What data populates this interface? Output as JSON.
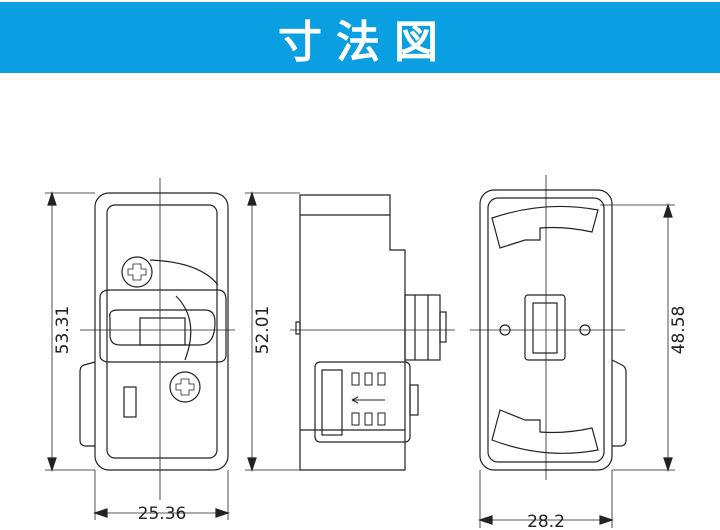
{
  "header": {
    "title": "寸法図",
    "color": "#0a9fe1"
  },
  "dimensions": {
    "front_height": "53.31",
    "front_width": "25.36",
    "side_height": "52.01",
    "back_height": "48.58",
    "back_width": "28.2"
  }
}
